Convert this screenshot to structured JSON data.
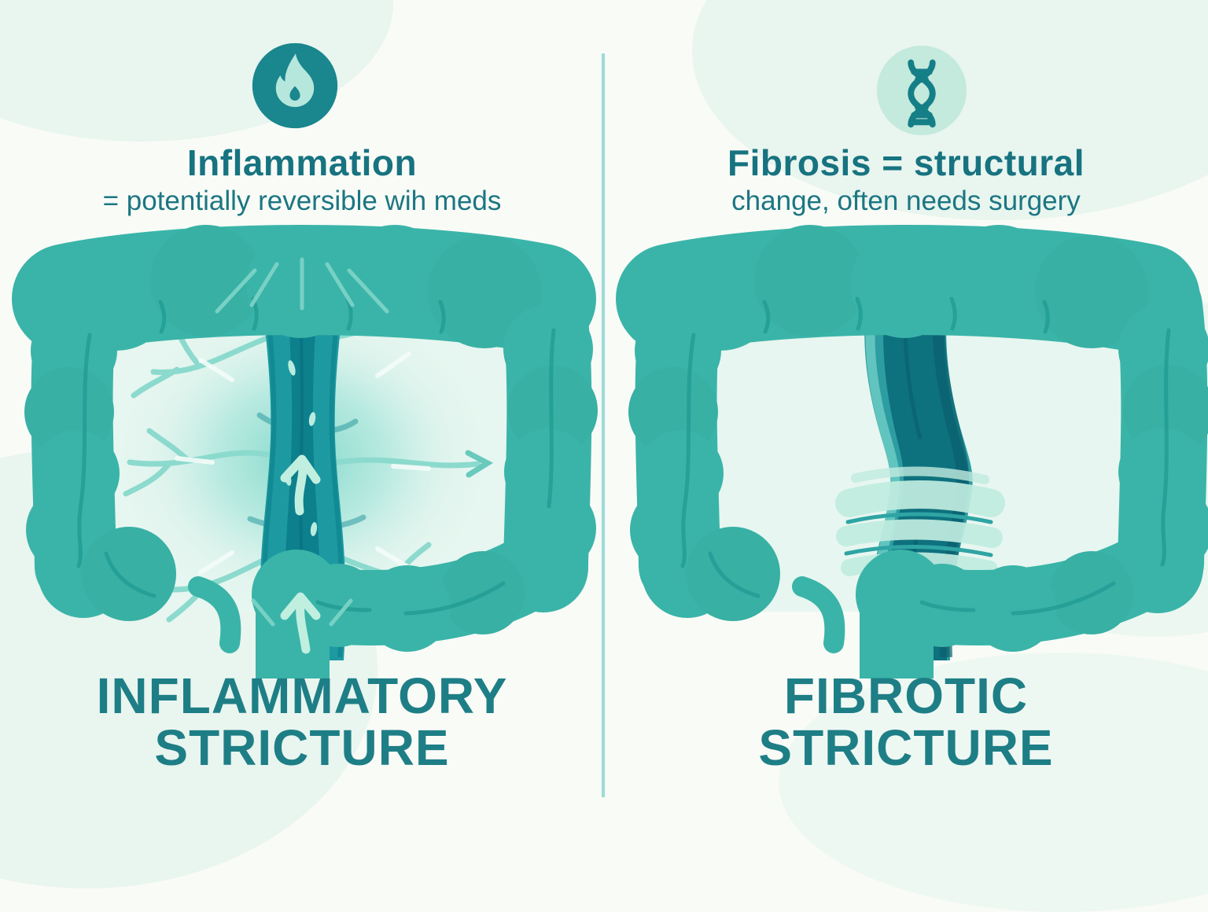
{
  "left": {
    "icon": "flame",
    "title": "Inflammation",
    "subtitle": "= potentially reversible wih meds",
    "label_line1": "INFLAMMATORY",
    "label_line2": "STRICTURE"
  },
  "right": {
    "icon": "dna",
    "title": "Fibrosis = structural",
    "subtitle": "change, often needs surgery",
    "label_line1": "FIBROTIC",
    "label_line2": "STRICTURE"
  },
  "palette": {
    "background": "#f9fbf7",
    "background_blob": "#e9f5ef",
    "colon_teal": "#3ab4a8",
    "colon_crease": "#229d95",
    "inner_wash": "#e7f6f0",
    "glow_mint": "#7ed6c9",
    "vessel_mint": "#8bdacd",
    "stricture_left_outer": "#1d9aa1",
    "stricture_left_inner": "#0d808d",
    "stricture_right_outer": "#2d9da2",
    "stricture_right_inner": "#0e717e",
    "scar_band": "#c0ebdf",
    "arrow_mint": "#c0efe0",
    "heading_text": "#177380",
    "label_text": "#1e7e86",
    "flame_circle": "#1a868d",
    "flame_glyph": "#b5e7dc",
    "dna_circle": "#c4e9dd",
    "dna_glyph": "#157f87",
    "divider": "#9edbd3"
  }
}
